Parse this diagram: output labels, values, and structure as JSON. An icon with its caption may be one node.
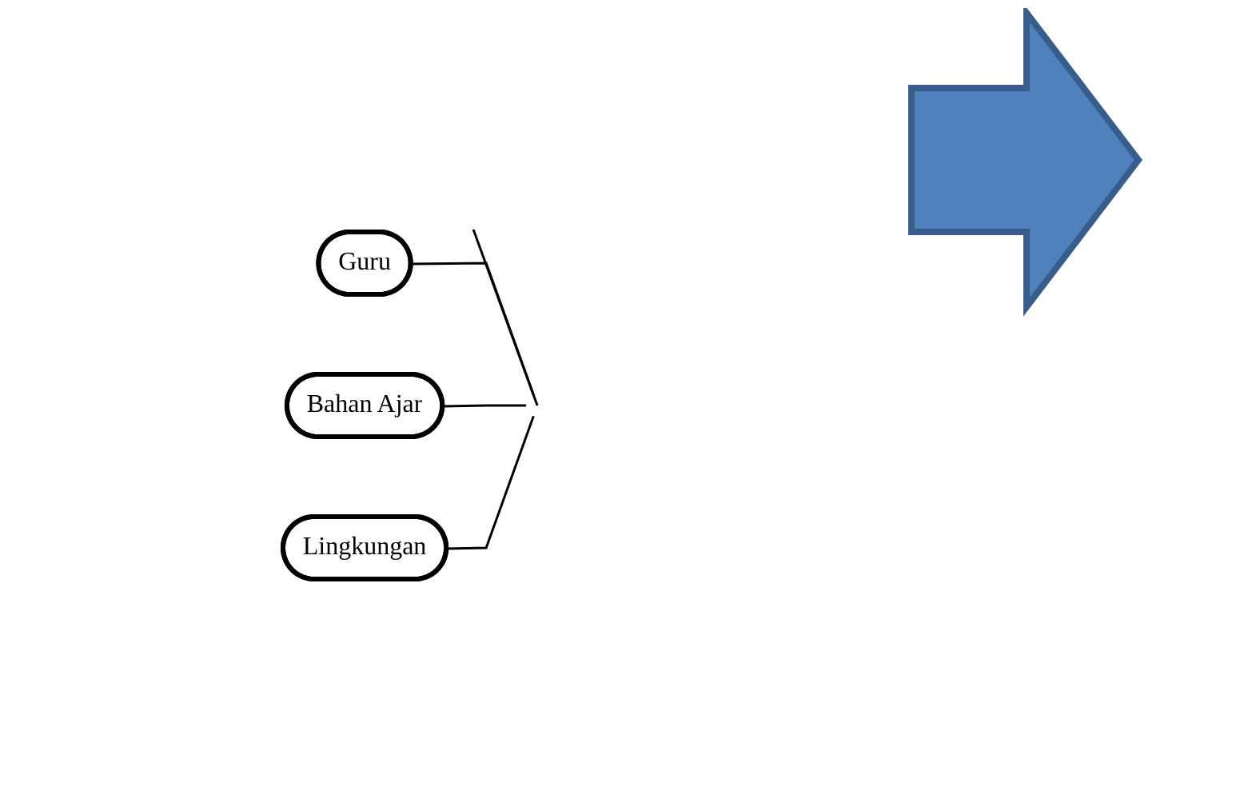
{
  "diagram": {
    "nodes": [
      {
        "text": [
          "Guru"
        ]
      },
      {
        "text": [
          "Bahan Ajar"
        ]
      },
      {
        "text": [
          "Lingkungan"
        ]
      }
    ],
    "edges": [
      {
        "from": 0,
        "to": null,
        "arrow": "none"
      },
      {
        "from": 1,
        "to": null,
        "arrow": "none"
      },
      {
        "from": 2,
        "to": null,
        "arrow": "none"
      }
    ]
  }
}
